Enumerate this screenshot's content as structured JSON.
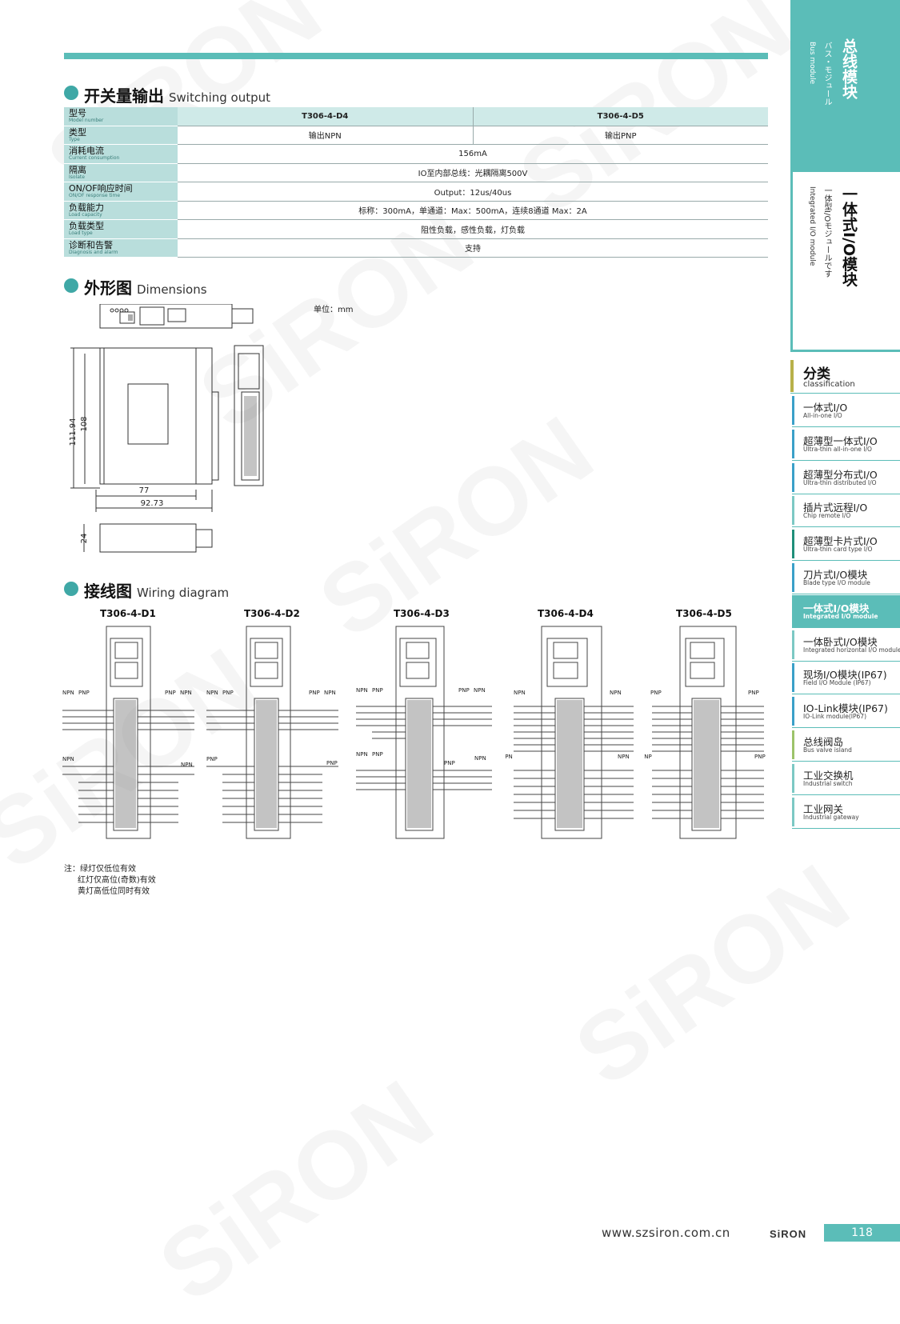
{
  "watermark": "SiRON",
  "section1": {
    "title": "开关量输出",
    "subtitle": "Switching output"
  },
  "spec_table": {
    "rows": [
      {
        "cn": "型号",
        "en": "Model number",
        "values": [
          "T306-4-D4",
          "T306-4-D5"
        ]
      },
      {
        "cn": "类型",
        "en": "Type",
        "values": [
          "输出NPN",
          "输出PNP"
        ]
      },
      {
        "cn": "消耗电流",
        "en": "Current consumption",
        "values": [
          "156mA"
        ]
      },
      {
        "cn": "隔离",
        "en": "Isolate",
        "values": [
          "IO至内部总线：光耦隔离500V"
        ]
      },
      {
        "cn": "ON/OF响应时间",
        "en": "ON/OF response time",
        "values": [
          "Output：12us/40us"
        ]
      },
      {
        "cn": "负载能力",
        "en": "Load capacity",
        "values": [
          "标称：300mA，单通道：Max：500mA，连续8通道 Max：2A"
        ]
      },
      {
        "cn": "负载类型",
        "en": "Load type",
        "values": [
          "阻性负载，感性负载，灯负载"
        ]
      },
      {
        "cn": "诊断和告警",
        "en": "Diagnosis and alarm",
        "values": [
          "支持"
        ]
      }
    ]
  },
  "section2": {
    "title": "外形图",
    "subtitle": "Dimensions"
  },
  "dimensions": {
    "unit_label": "单位：mm",
    "h1": "111.94",
    "h2": "108",
    "w1": "77",
    "w2": "92.73",
    "depth": "24"
  },
  "section3": {
    "title": "接线图",
    "subtitle": "Wiring diagram"
  },
  "wiring": {
    "models": [
      "T306-4-D1",
      "T306-4-D2",
      "T306-4-D3",
      "T306-4-D4",
      "T306-4-D5"
    ],
    "npn": "NPN",
    "pnp": "PNP"
  },
  "notes": [
    "注：绿灯仅低位有效",
    "红灯仅高位(奇数)有效",
    "黄灯高低位同时有效"
  ],
  "sidebar": {
    "top": {
      "cn": "总线模块",
      "jp": "バス・モジュール",
      "en": "Bus module"
    },
    "mid": {
      "cn": "一体式I/O模块",
      "jp": "一体型I/Oモジュールです",
      "en": "Integrated I/O module"
    },
    "classification": {
      "cn": "分类",
      "en": "classification"
    },
    "items": [
      {
        "cn": "一体式I/O",
        "en": "All-in-one I/O",
        "color": "#3aa0c8"
      },
      {
        "cn": "超薄型一体式I/O",
        "en": "Ultra-thin all-in-one I/O",
        "color": "#3aa0c8"
      },
      {
        "cn": "超薄型分布式I/O",
        "en": "Ultra-thin distributed I/O",
        "color": "#3aa0c8"
      },
      {
        "cn": "插片式远程I/O",
        "en": "Chip remote I/O",
        "color": "#7cc8c4"
      },
      {
        "cn": "超薄型卡片式I/O",
        "en": "Ultra-thin card type I/O",
        "color": "#1f8f7a"
      },
      {
        "cn": "刀片式I/O模块",
        "en": "Blade type I/O module",
        "color": "#3aa0c8"
      },
      {
        "cn": "一体式I/O模块",
        "en": "Integrated I/O module",
        "color": "#5bbdb8",
        "active": true
      },
      {
        "cn": "一体卧式I/O模块",
        "en": "Integrated horizontal I/O module",
        "color": "#7cc8c4"
      },
      {
        "cn": "现场I/O模块(IP67)",
        "en": "Field I/O Module (IP67)",
        "color": "#3aa0c8"
      },
      {
        "cn": "IO-Link模块(IP67)",
        "en": "IO-Link module(IP67)",
        "color": "#3aa0c8"
      },
      {
        "cn": "总线阀岛",
        "en": "Bus valve island",
        "color": "#9cc36a"
      },
      {
        "cn": "工业交换机",
        "en": "Industrial switch",
        "color": "#7cc8c4"
      },
      {
        "cn": "工业网关",
        "en": "Industrial gateway",
        "color": "#7cc8c4"
      }
    ]
  },
  "footer": {
    "url": "www.szsiron.com.cn",
    "logo": "SiRON",
    "page": "118"
  },
  "colors": {
    "accent": "#5bbdb8",
    "table_label_bg": "#b9dedc",
    "header_bg": "#cfeae8"
  }
}
